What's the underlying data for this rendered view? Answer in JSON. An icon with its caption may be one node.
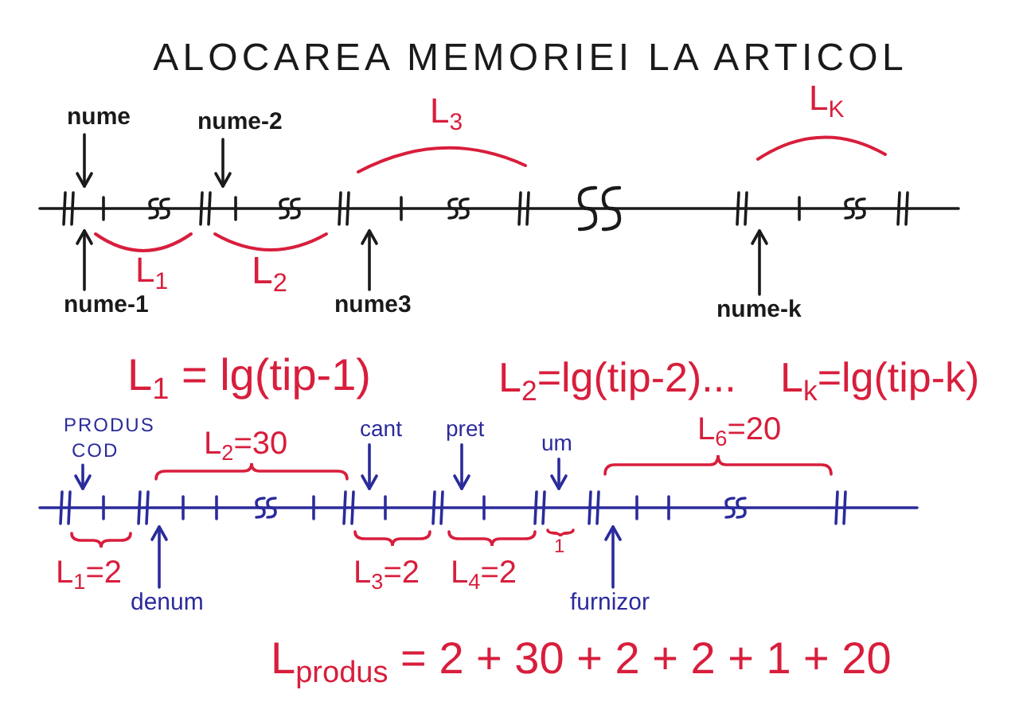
{
  "diagram": {
    "title": "ALOCAREA MEMORIEI LA ARTICOL",
    "nodes": [
      {
        "text": [
          "nume"
        ]
      },
      {
        "text": [
          "nume-2"
        ]
      },
      {
        "text": [],
        "shape": "bar"
      },
      {
        "text": [
          "nume-1"
        ]
      },
      {
        "text": [
          "nume3"
        ]
      },
      {
        "text": [
          "nume-k"
        ]
      },
      {
        "text": [
          "COD"
        ]
      },
      {
        "text": [
          "cant"
        ]
      },
      {
        "text": [
          "pret"
        ]
      },
      {
        "text": [
          "um"
        ]
      },
      {
        "text": [],
        "shape": "bar"
      },
      {
        "text": [
          "denum"
        ]
      },
      {
        "text": [
          "furnizor"
        ]
      }
    ],
    "edges": [
      {
        "from": 0,
        "to": 2,
        "arrow": "to",
        "color": "#1a1a1a"
      },
      {
        "from": 1,
        "to": 2,
        "arrow": "to",
        "color": "#1a1a1a"
      },
      {
        "from": 3,
        "to": 2,
        "arrow": "to",
        "color": "#1a1a1a"
      },
      {
        "from": 4,
        "to": 2,
        "arrow": "to",
        "color": "#1a1a1a"
      },
      {
        "from": 5,
        "to": 2,
        "arrow": "to",
        "color": "#1a1a1a"
      },
      {
        "from": 6,
        "to": 10,
        "arrow": "to"
      },
      {
        "from": 7,
        "to": 10,
        "arrow": "to"
      },
      {
        "from": 8,
        "to": 10,
        "arrow": "to"
      },
      {
        "from": 9,
        "to": 10,
        "arrow": "to"
      },
      {
        "from": 11,
        "to": 10,
        "arrow": "to"
      },
      {
        "from": 12,
        "to": 10,
        "arrow": "to"
      }
    ],
    "labels": [
      "L$_{3}$",
      "L$_{K}$",
      "L$_{1}$",
      "L$_{2}$",
      "L$_{1}$ = lg(tip-1)",
      "L$_{2}$=lg(tip-2)...",
      "L$_{k}$=lg(tip-k)",
      "PRODUS",
      "L$_{2}$=30",
      "L$_{6}$=20",
      "L$_{1}$=2",
      "L$_{3}$=2",
      "L$_{4}$=2",
      "1",
      "L$_{produs}$ = 2 + 30 + 2 + 2 + 1 + 20"
    ]
  }
}
